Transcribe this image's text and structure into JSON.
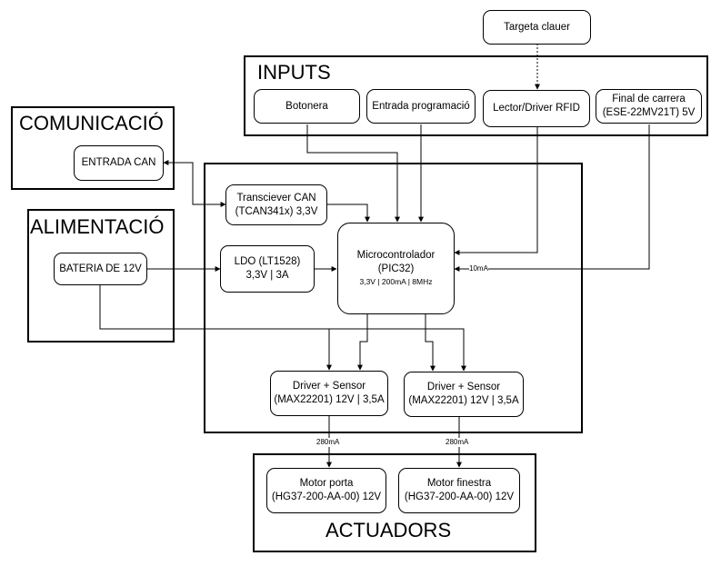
{
  "groups": {
    "inputs": "INPUTS",
    "comunicacio": "COMUNICACIÓ",
    "alimentacio": "ALIMENTACIÓ",
    "actuadors": "ACTUADORS"
  },
  "nodes": {
    "targeta": "Targeta clauer",
    "botonera": "Botonera",
    "entrada_programacio": "Entrada programació",
    "lector_rfid": "Lector/Driver RFID",
    "final_carrera": {
      "line1": "Final de carrera",
      "line2": "(ESE-22MV21T) 5V"
    },
    "entrada_can": "ENTRADA CAN",
    "transceiver": {
      "line1": "Transciever CAN",
      "line2": "(TCAN341x) 3,3V"
    },
    "bateria": "BATERIA DE 12V",
    "ldo": {
      "line1": "LDO (LT1528)",
      "line2": "3,3V | 3A"
    },
    "micro": {
      "line1": "Microcontrolador",
      "line2": "(PIC32)",
      "line3": "3,3V | 200mA | 8MHz"
    },
    "driver1": {
      "line1": "Driver + Sensor",
      "line2": "(MAX22201) 12V | 3,5A"
    },
    "driver2": {
      "line1": "Driver + Sensor",
      "line2": "(MAX22201) 12V | 3,5A"
    },
    "motor_porta": {
      "line1": "Motor porta",
      "line2": "(HG37-200-AA-00) 12V"
    },
    "motor_finestra": {
      "line1": "Motor finestra",
      "line2": "(HG37-200-AA-00) 12V"
    }
  },
  "edge_labels": {
    "final_carrera_current": "10mA",
    "motor_porta_current": "280mA",
    "motor_finestra_current": "280mA"
  }
}
